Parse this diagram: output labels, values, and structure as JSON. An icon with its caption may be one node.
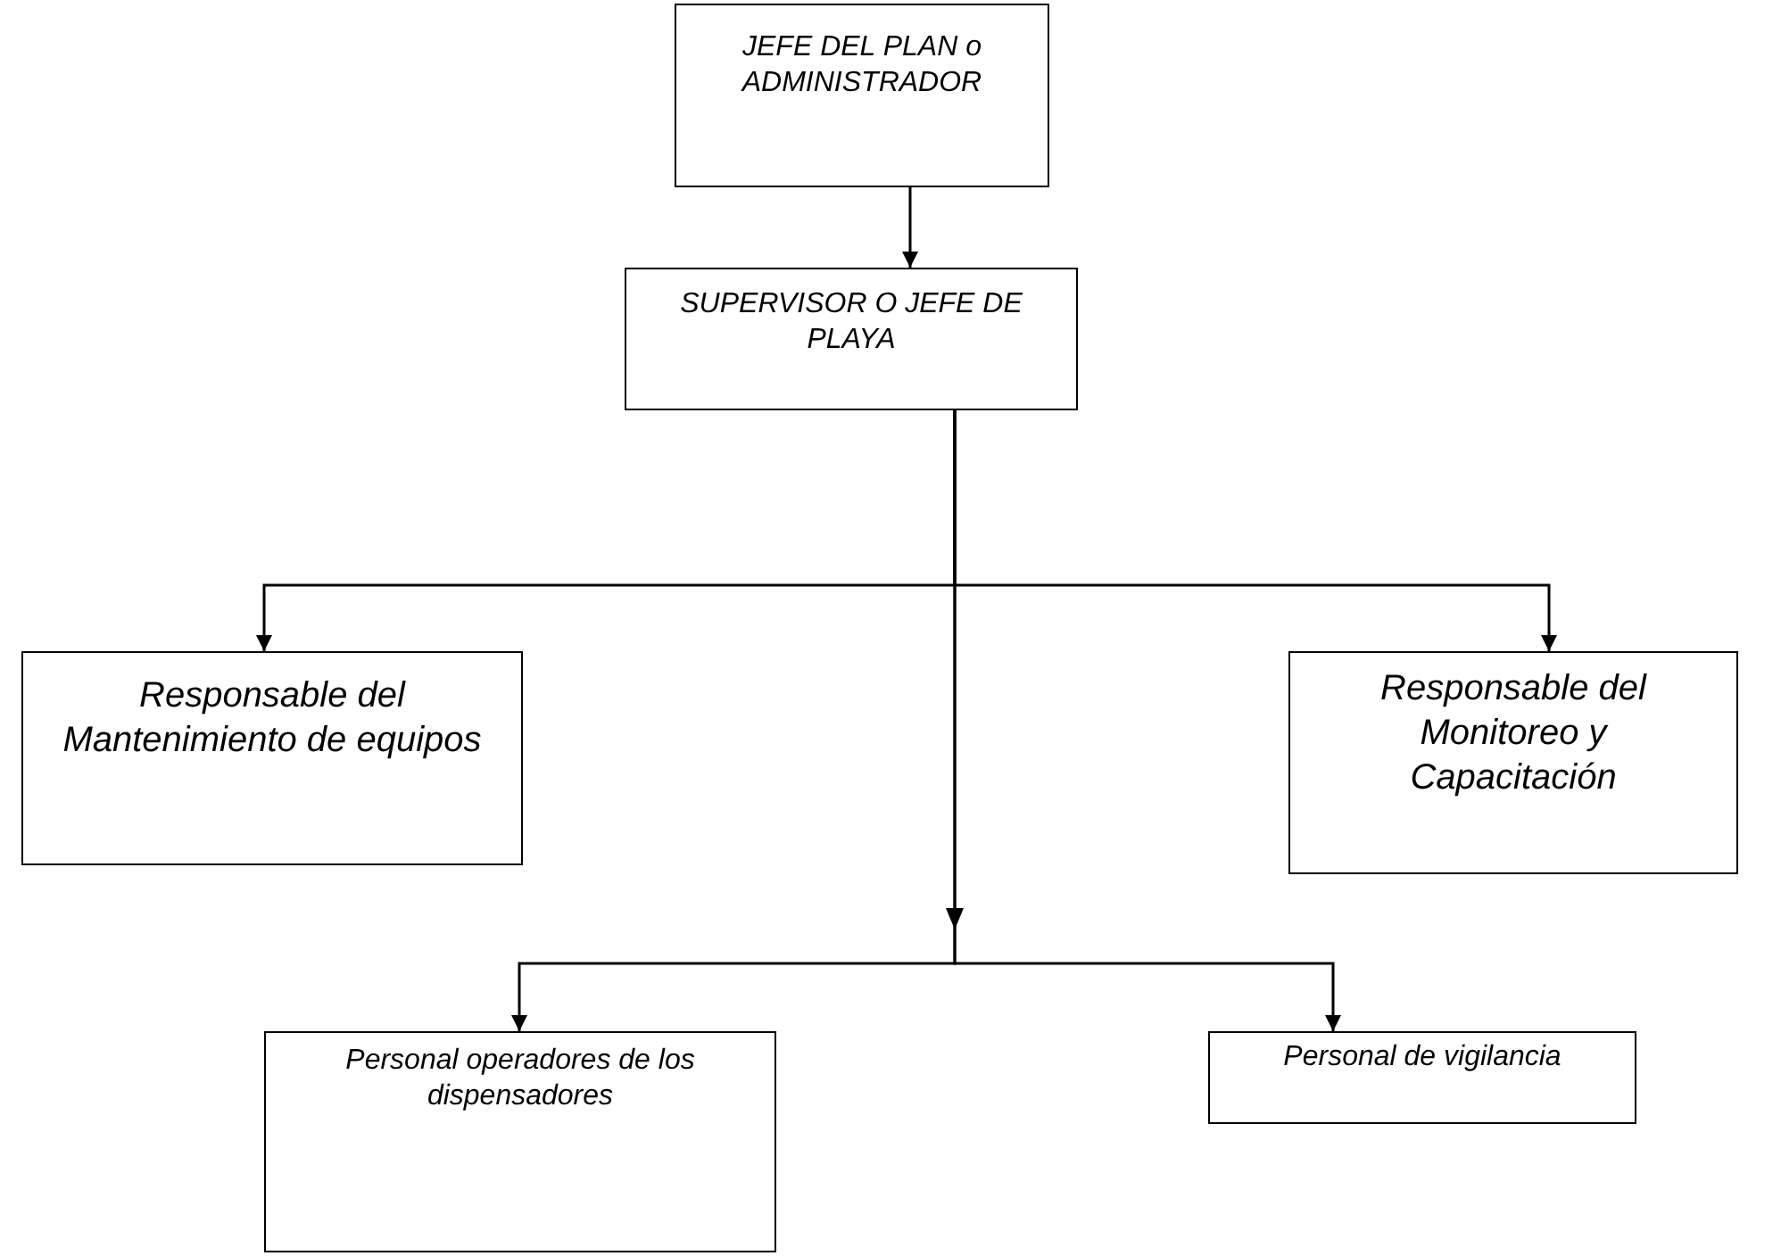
{
  "diagram": {
    "nodes": [
      {
        "text": [
          "JEFE DEL PLAN o ADMINISTRADOR"
        ]
      },
      {
        "text": [
          "SUPERVISOR O JEFE DE PLAYA"
        ]
      },
      {
        "text": [
          "Responsable del Mantenimiento de equipos"
        ]
      },
      {
        "text": [
          "Responsable del Monitoreo y Capacitación"
        ]
      },
      {
        "text": [
          "Personal operadores de los dispensadores"
        ]
      },
      {
        "text": [
          "Personal de vigilancia"
        ]
      }
    ],
    "edges": [
      {
        "from": 0,
        "to": 1,
        "arrow": "to"
      },
      {
        "from": 1,
        "to": 2,
        "arrow": "to"
      },
      {
        "from": 1,
        "to": 3,
        "arrow": "to"
      },
      {
        "from": 1,
        "to": 4,
        "arrow": "to"
      },
      {
        "from": 1,
        "to": 5,
        "arrow": "to"
      }
    ]
  }
}
